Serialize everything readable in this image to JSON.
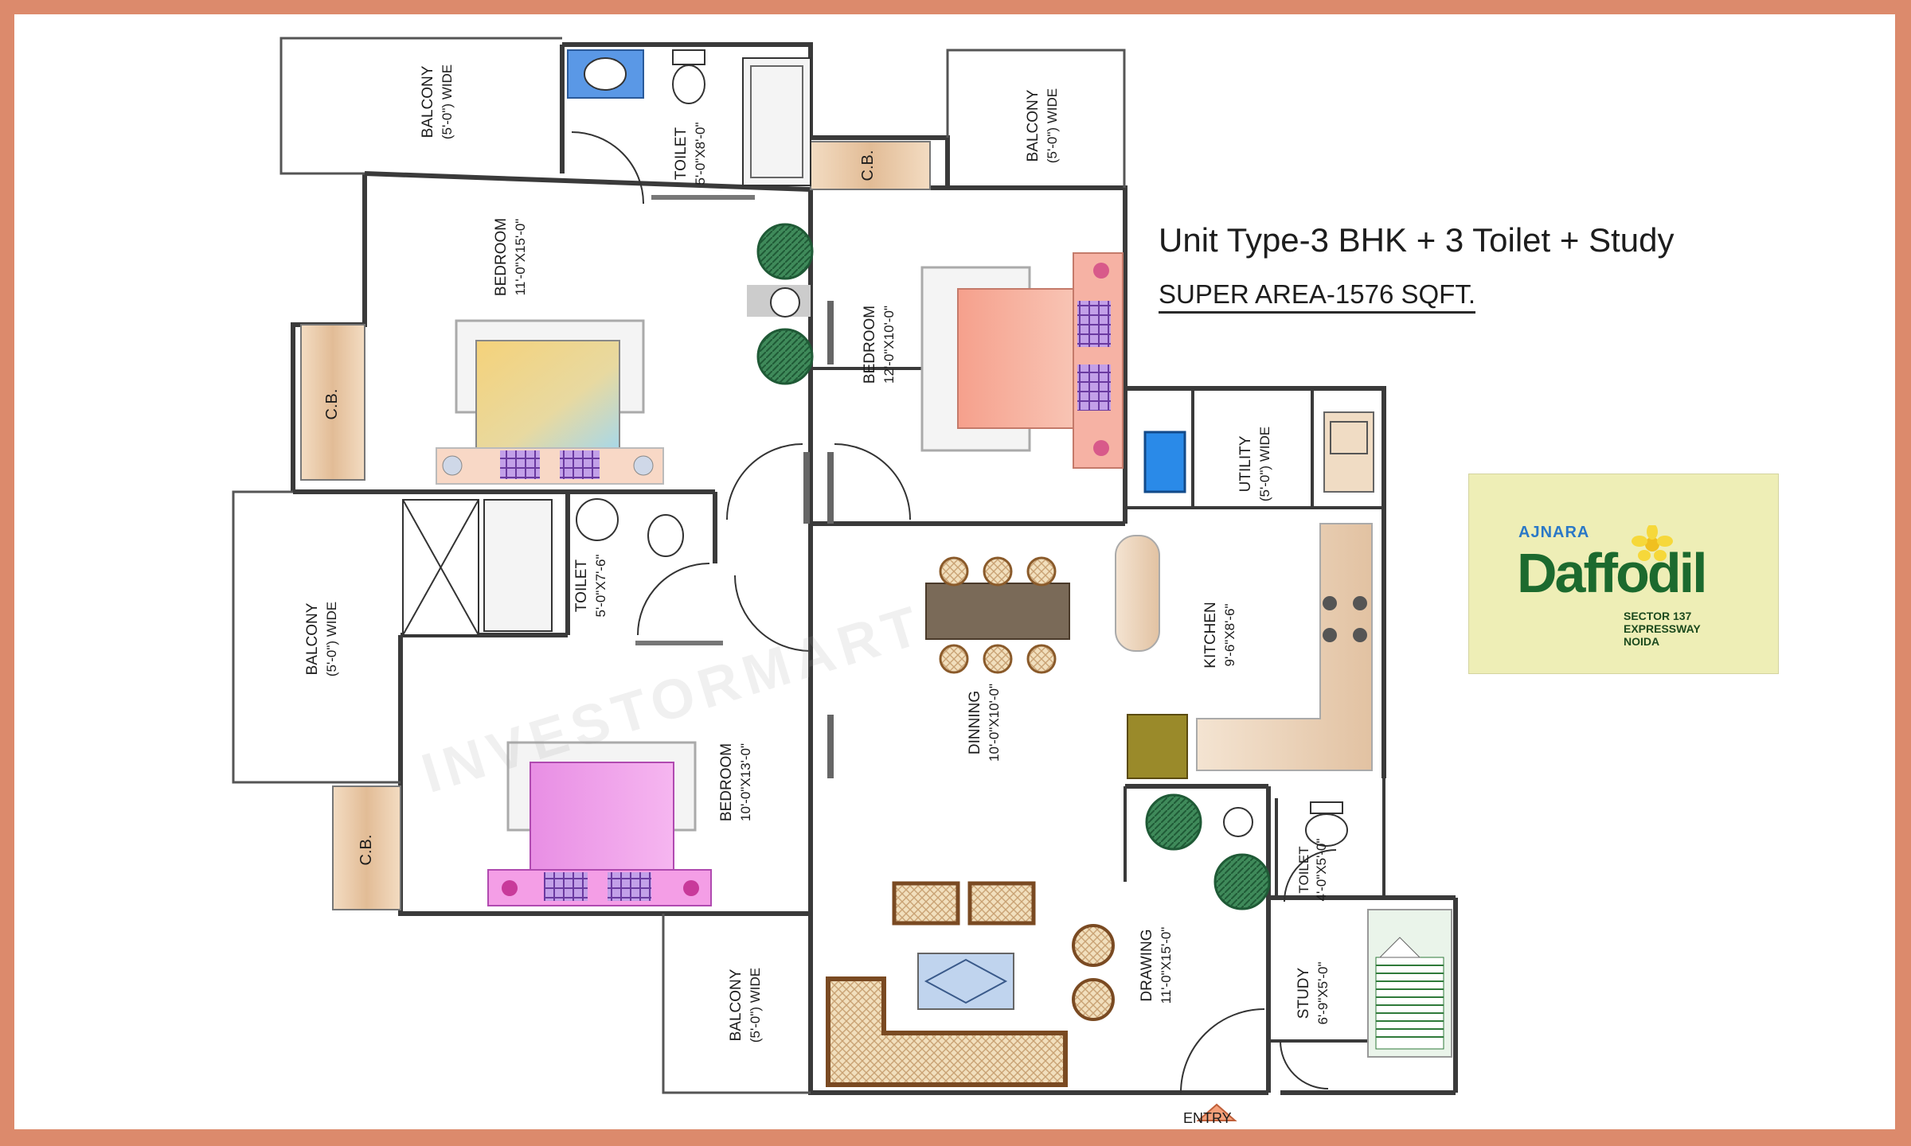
{
  "header": {
    "unit_type": "Unit Type-3 BHK + 3 Toilet + Study",
    "super_area": "SUPER AREA-1576 SQFT."
  },
  "logo": {
    "brand": "AJNARA",
    "name": "Daffodil",
    "line1": "SECTOR 137",
    "line2": "EXPRESSWAY",
    "line3": "NOIDA"
  },
  "watermark": "INVESTORMART",
  "rooms": {
    "balcony_nw": {
      "name": "BALCONY",
      "size": "(5'-0\") WIDE"
    },
    "toilet_top": {
      "name": "TOILET",
      "size": "5'-0\"X8'-0\""
    },
    "balcony_ne": {
      "name": "BALCONY",
      "size": "(5'-0\") WIDE"
    },
    "bedroom_nw": {
      "name": "BEDROOM",
      "size": "11'-0\"X15'-0\""
    },
    "bedroom_ne": {
      "name": "BEDROOM",
      "size": "12'-0\"X10'-0\""
    },
    "utility": {
      "name": "UTILITY",
      "size": "(5'-0\") WIDE"
    },
    "toilet_mid": {
      "name": "TOILET",
      "size": "5'-0\"X7'-6\""
    },
    "balcony_w": {
      "name": "BALCONY",
      "size": "(5'-0\") WIDE"
    },
    "dining": {
      "name": "DINNING",
      "size": "10'-0\"X10'-0\""
    },
    "kitchen": {
      "name": "KITCHEN",
      "size": "9'-6\"X8'-6\""
    },
    "bedroom_sw": {
      "name": "BEDROOM",
      "size": "10'-0\"X13'-0\""
    },
    "toilet_se": {
      "name": "TOILET",
      "size": "4'-0\"X5'-0\""
    },
    "drawing": {
      "name": "DRAWING",
      "size": "11'-0\"X15'-0\""
    },
    "study": {
      "name": "STUDY",
      "size": "6'-9\"X5'-0\""
    },
    "balcony_s": {
      "name": "BALCONY",
      "size": "(5'-0\") WIDE"
    }
  },
  "cupboard_label": "C.B.",
  "entry_label": "ENTRY",
  "colors": {
    "frame": "#dc8a6c",
    "wall": "#3a3a3a",
    "cupboard": "#e8c8a8",
    "logo_bg": "#eeeeb6",
    "logo_green": "#1c6a2e",
    "logo_blue": "#2a78c7",
    "bed_yellow": "#f0cf7a",
    "bed_salmon": "#f29a86",
    "bed_pink": "#ea8ee6"
  }
}
